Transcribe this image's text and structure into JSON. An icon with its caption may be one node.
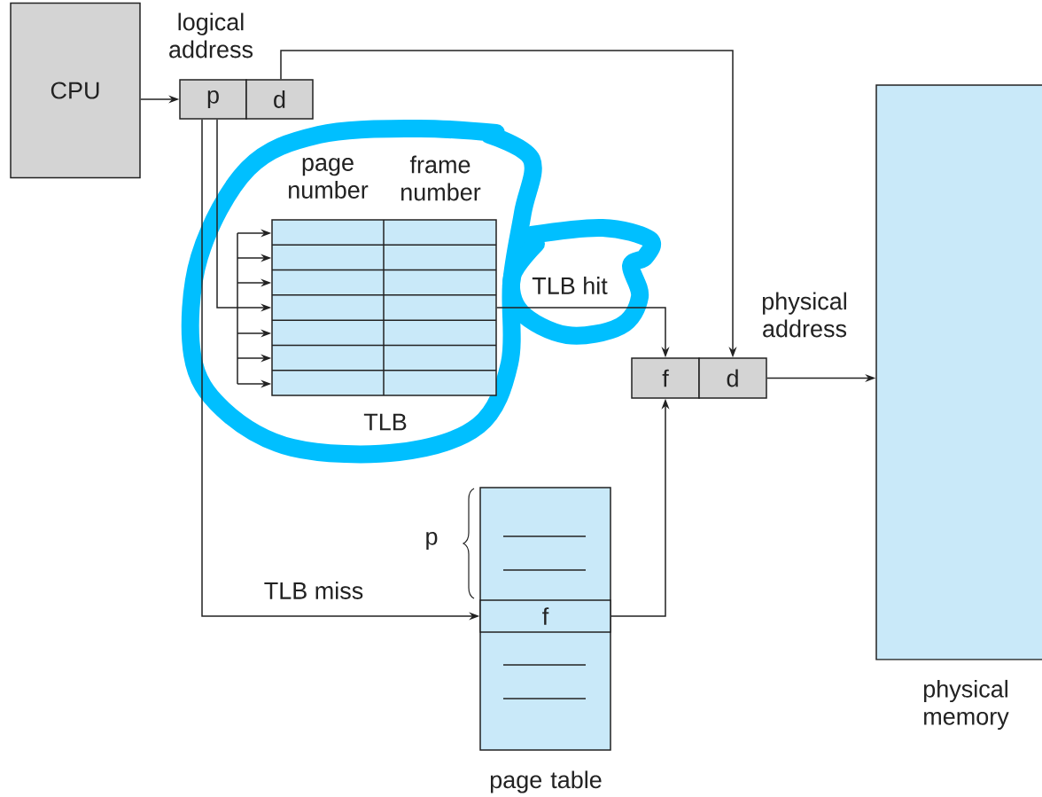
{
  "diagram": {
    "nodes": [
      {
        "text": [
          "CPU"
        ]
      },
      {
        "text": [
          "p"
        ]
      },
      {
        "text": [
          "d"
        ]
      },
      {
        "text": [
          "page number",
          "frame number"
        ],
        "beside": [
          "TLB"
        ]
      },
      {
        "text": [],
        "shape": "box",
        "beside": [
          "page table"
        ]
      },
      {
        "text": [
          "f"
        ],
        "in": 4
      },
      {
        "text": [
          "f"
        ]
      },
      {
        "text": [
          "d"
        ]
      },
      {
        "text": [],
        "shape": "box",
        "beside": [
          "physical memory"
        ]
      }
    ],
    "edges": [
      {
        "from": 0,
        "to": 1,
        "arrow": "to"
      },
      {
        "from": 2,
        "to": 7,
        "arrow": "to"
      },
      {
        "from": 1,
        "to": 3,
        "arrow": "to"
      },
      {
        "from": 3,
        "to": 6,
        "arrow": "to",
        "label": "TLB hit"
      },
      {
        "from": 1,
        "to": 5,
        "arrow": "to",
        "label": "TLB miss"
      },
      {
        "from": 5,
        "to": 6,
        "arrow": "to"
      },
      {
        "from": 7,
        "to": 8,
        "arrow": "to"
      }
    ],
    "labels": [
      "logical address",
      "physical address",
      "p"
    ]
  }
}
